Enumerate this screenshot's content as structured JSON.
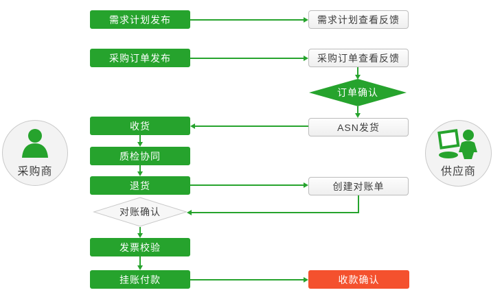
{
  "actors": {
    "buyer": {
      "label": "采购商",
      "icon": "person-icon"
    },
    "supplier": {
      "label": "供应商",
      "icon": "person-laptop-icon"
    }
  },
  "nodes": {
    "demand_plan_publish": {
      "label": "需求计划发布",
      "shape": "rect",
      "style": "green"
    },
    "demand_plan_feedback": {
      "label": "需求计划查看反馈",
      "shape": "rect",
      "style": "light"
    },
    "po_publish": {
      "label": "采购订单发布",
      "shape": "rect",
      "style": "green"
    },
    "po_feedback": {
      "label": "采购订单查看反馈",
      "shape": "rect",
      "style": "light"
    },
    "order_confirm": {
      "label": "订单确认",
      "shape": "diamond",
      "style": "green"
    },
    "asn_ship": {
      "label": "ASN发货",
      "shape": "rect",
      "style": "light"
    },
    "receive_goods": {
      "label": "收货",
      "shape": "rect",
      "style": "green"
    },
    "quality_check": {
      "label": "质检协同",
      "shape": "rect",
      "style": "green"
    },
    "return_goods": {
      "label": "退货",
      "shape": "rect",
      "style": "green"
    },
    "create_statement": {
      "label": "创建对账单",
      "shape": "rect",
      "style": "light"
    },
    "statement_confirm": {
      "label": "对账确认",
      "shape": "diamond",
      "style": "gray"
    },
    "invoice_verify": {
      "label": "发票校验",
      "shape": "rect",
      "style": "green"
    },
    "book_payment": {
      "label": "挂账付款",
      "shape": "rect",
      "style": "green"
    },
    "payment_confirm": {
      "label": "收款确认",
      "shape": "rect",
      "style": "red"
    }
  },
  "edges": [
    {
      "from": "demand_plan_publish",
      "to": "demand_plan_feedback"
    },
    {
      "from": "po_publish",
      "to": "po_feedback"
    },
    {
      "from": "po_feedback",
      "to": "order_confirm"
    },
    {
      "from": "order_confirm",
      "to": "asn_ship"
    },
    {
      "from": "asn_ship",
      "to": "receive_goods"
    },
    {
      "from": "receive_goods",
      "to": "quality_check"
    },
    {
      "from": "quality_check",
      "to": "return_goods"
    },
    {
      "from": "return_goods",
      "to": "create_statement"
    },
    {
      "from": "create_statement",
      "to": "statement_confirm"
    },
    {
      "from": "statement_confirm",
      "to": "invoice_verify"
    },
    {
      "from": "invoice_verify",
      "to": "book_payment"
    },
    {
      "from": "book_payment",
      "to": "payment_confirm"
    }
  ],
  "colors": {
    "green": "#26a32d",
    "red": "#f4512e",
    "light_fill": "#f7f7f7",
    "light_border": "#bcbcbc",
    "text_dark": "#3d3d3d",
    "circle_fill": "#f3f3f3",
    "circle_border": "#c9c9c9"
  }
}
